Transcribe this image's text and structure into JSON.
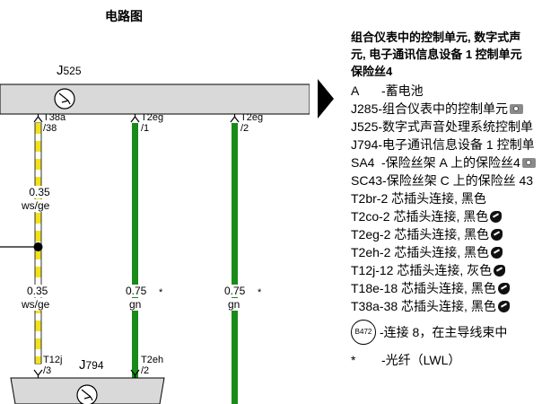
{
  "diagram": {
    "title": "电路图",
    "j525_label": "J",
    "j525_sub": "525",
    "j794_label": "J",
    "j794_sub": "794",
    "pins": {
      "t38a_top": "T38a",
      "t38a_bot": "/38",
      "t2eg1_top": "T2eg",
      "t2eg1_bot": "/1",
      "t2eg2_top": "T2eg",
      "t2eg2_bot": "/2",
      "t12j_top": "T12j",
      "t12j_bot": "/3",
      "t2eh_top": "T2eh",
      "t2eh_bot": "/2"
    },
    "wires": {
      "w1_size": "0.35",
      "w1_color": "ws/ge",
      "w2_size": "0.35",
      "w2_color": "ws/ge",
      "w3_size": "0.75",
      "w3_color": "gn",
      "w3_mark": "*",
      "w4_size": "0.75",
      "w4_color": "gn",
      "w4_mark": "*"
    },
    "colors": {
      "yellow": "#f2e21a",
      "green": "#1a8a1a",
      "box": "#d9d9d9"
    }
  },
  "legend": {
    "header_line1": "组合仪表中的控制单元, 数字式声",
    "header_line2": "元, 电子通讯信息设备 1 控制单元",
    "header_line3": "保险丝4",
    "rows": [
      {
        "code": "A",
        "desc": "-蓄电池",
        "icon": ""
      },
      {
        "code": "J285",
        "desc": "-组合仪表中的控制单元",
        "icon": "camera-icon"
      },
      {
        "code": "J525",
        "desc": "-数字式声音处理系统控制单",
        "icon": ""
      },
      {
        "code": "J794",
        "desc": "-电子通讯信息设备 1 控制单",
        "icon": ""
      },
      {
        "code": "SA4",
        "desc": "-保险丝架 A 上的保险丝4",
        "icon": "camera-icon"
      },
      {
        "code": "SC43",
        "desc": "-保险丝架 C 上的保险丝 43",
        "icon": ""
      },
      {
        "code": "T2br",
        "desc": "-2 芯插头连接, 黑色",
        "icon": ""
      },
      {
        "code": "T2co",
        "desc": "-2 芯插头连接, 黑色",
        "icon": "plug-icon"
      },
      {
        "code": "T2eg",
        "desc": "-2 芯插头连接, 黑色",
        "icon": "plug-icon"
      },
      {
        "code": "T2eh",
        "desc": "-2 芯插头连接, 黑色",
        "icon": "plug-icon"
      },
      {
        "code": "T12j",
        "desc": "-12 芯插头连接, 灰色",
        "icon": "plug-icon"
      },
      {
        "code": "T18e",
        "desc": "-18 芯插头连接, 黑色",
        "icon": "plug-icon"
      },
      {
        "code": "T38a",
        "desc": "-38 芯插头连接, 黑色",
        "icon": "plug-icon"
      }
    ],
    "b472_code": "B472",
    "b472_desc": "-连接 8，在主导线束中",
    "star_code": "*",
    "star_desc": "-光纤（LWL）"
  }
}
